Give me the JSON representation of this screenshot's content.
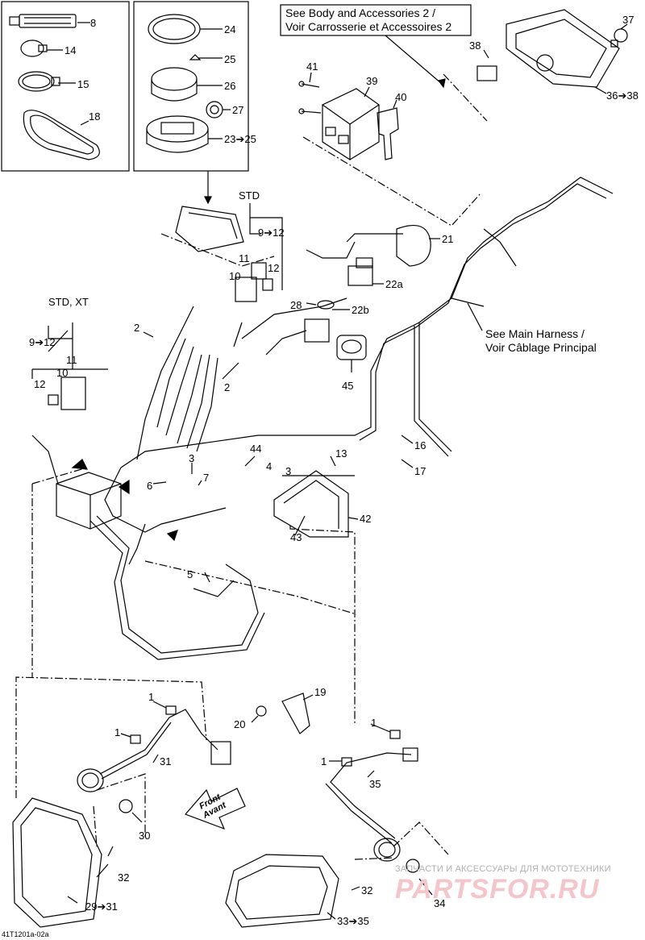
{
  "notes": {
    "body_accessories": [
      "See Body and Accessories 2 /",
      "Voir Carrosserie et Accessoires 2"
    ],
    "main_harness": [
      "See Main Harness /",
      "Voir Câblage Principal"
    ],
    "front": [
      "Front",
      "Avant"
    ]
  },
  "group_labels": {
    "std": "STD",
    "std_xt": "STD, XT",
    "range_9_12_a": "9➔12",
    "range_9_12_b": "9➔12"
  },
  "callouts": {
    "c1": "1",
    "c1b": "1",
    "c1c": "1",
    "c1d": "1",
    "c2": "2",
    "c2b": "2",
    "c3": "3",
    "c3b": "3",
    "c4": "4",
    "c5": "5",
    "c6": "6",
    "c7": "7",
    "c8": "8",
    "c10": "10",
    "c10b": "10",
    "c11": "11",
    "c11b": "11",
    "c12": "12",
    "c12b": "12",
    "c13": "13",
    "c14": "14",
    "c15": "15",
    "c16": "16",
    "c17": "17",
    "c18": "18",
    "c19": "19",
    "c20": "20",
    "c21": "21",
    "c22a": "22a",
    "c22b": "22b",
    "c23": "23➔25",
    "c24": "24",
    "c25": "25",
    "c26": "26",
    "c27": "27",
    "c28": "28",
    "c29": "29➔31",
    "c30": "30",
    "c31": "31",
    "c32": "32",
    "c32b": "32",
    "c33": "33➔35",
    "c34": "34",
    "c35": "35",
    "c36": "36➔38",
    "c37": "37",
    "c38": "38",
    "c39": "39",
    "c40": "40",
    "c41": "41",
    "c42": "42",
    "c43": "43",
    "c44": "44",
    "c45": "45"
  },
  "watermark": {
    "line1": "ЗАПЧАСТИ И АКСЕССУАРЫ ДЛЯ МОТОТЕХНИКИ",
    "line2": "PARTSFOR.RU"
  },
  "reference": "41T1201a-02a"
}
